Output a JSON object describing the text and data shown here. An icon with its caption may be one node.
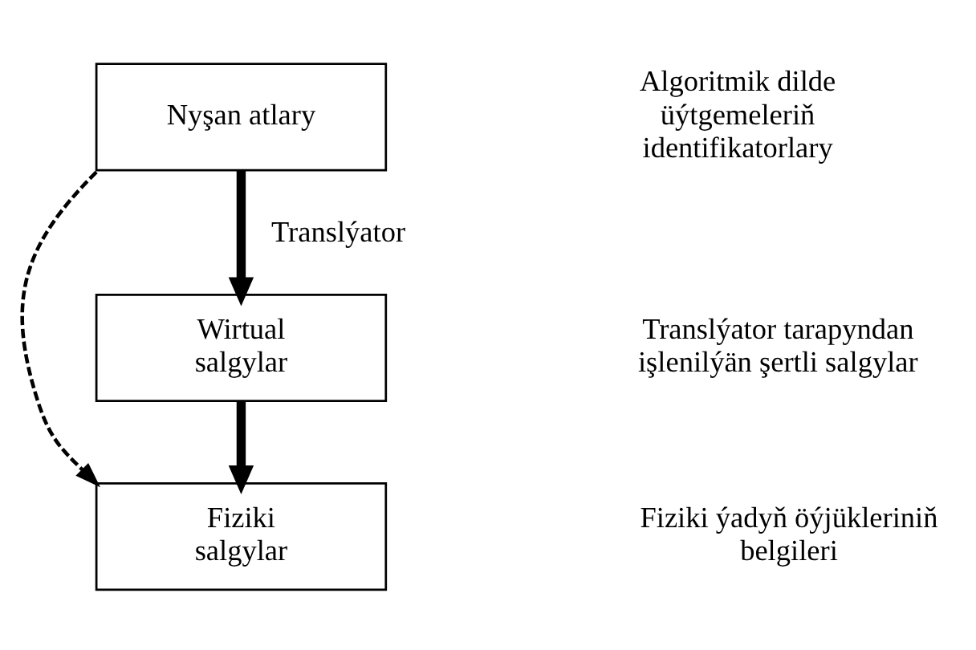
{
  "diagram": {
    "nodes": [
      {
        "text": [
          "Nyşan atlary"
        ]
      },
      {
        "text": [
          "Wirtual salgylar"
        ]
      },
      {
        "text": [
          "Fiziki salgylar"
        ]
      }
    ],
    "edges": [
      {
        "from": 0,
        "to": 1,
        "arrow": "to",
        "label": "Translýator"
      },
      {
        "from": 1,
        "to": 2,
        "arrow": "to"
      },
      {
        "from": 0,
        "to": 2,
        "arrow": "to",
        "style": "dashed"
      }
    ],
    "labels": [
      "Algoritmik dilde üýtgemeleriň identifikatorlary",
      "Translýator tarapyndan işlenilýän şertli salgylar",
      "Fiziki ýadyň öýjükleriniň belgileri"
    ]
  }
}
